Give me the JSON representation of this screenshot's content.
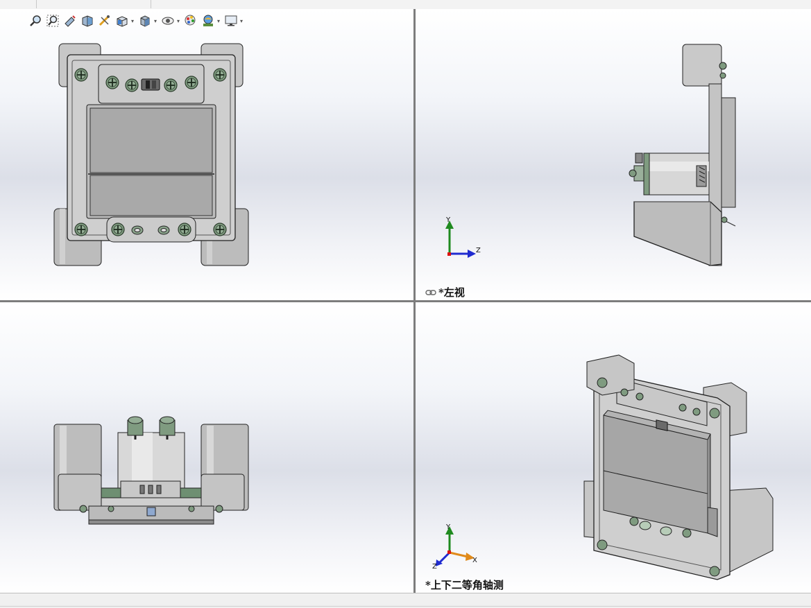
{
  "window": {
    "top_tabs": [
      "",
      "",
      ""
    ]
  },
  "heads_up_toolbar": {
    "items": [
      {
        "icon": "zoom-to-fit-icon"
      },
      {
        "icon": "zoom-to-area-icon"
      },
      {
        "icon": "previous-view-icon"
      },
      {
        "icon": "section-view-icon"
      },
      {
        "icon": "dynamic-annotation-views-icon"
      },
      {
        "icon": "view-orientation-icon",
        "dropdown": true
      },
      {
        "icon": "display-style-icon",
        "dropdown": true
      },
      {
        "icon": "hide-show-items-icon",
        "dropdown": true
      },
      {
        "icon": "edit-appearance-icon"
      },
      {
        "icon": "apply-scene-icon",
        "dropdown": true
      },
      {
        "icon": "view-settings-icon",
        "dropdown": true
      }
    ],
    "dropdown_glyph": "▾"
  },
  "viewports": {
    "front": {
      "label": ""
    },
    "left": {
      "label": "*左视",
      "link_icon": "linked-view-icon"
    },
    "top": {
      "label": ""
    },
    "iso": {
      "label": "*上下二等角轴测"
    }
  },
  "triad": {
    "left": {
      "y": "Y",
      "z": "Z"
    },
    "iso": {
      "y": "Y",
      "x": "X",
      "z": "Z"
    }
  },
  "colors": {
    "part_gray": "#b9b9b9",
    "frame_gray": "#cfcfcf",
    "screw_green": "#7f9b80",
    "pcb_green": "#6e8f72",
    "axis_y": "#1f8a1f",
    "axis_z": "#1f2bd0",
    "axis_x": "#e08a1a"
  }
}
